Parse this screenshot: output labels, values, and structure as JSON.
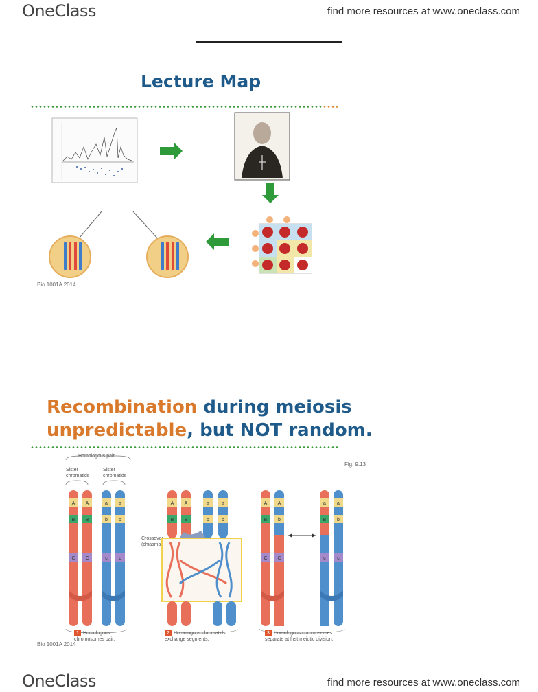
{
  "header": {
    "logo_text": "OneClass",
    "link_text": "find more resources at www.oneclass.com"
  },
  "footer": {
    "logo_text": "OneClass",
    "link_text": "find more resources at www.oneclass.com"
  },
  "slide1": {
    "title": "Lecture Map",
    "caption": "Bio 1001A 2014"
  },
  "slide2": {
    "title_orange_1": "Recombination",
    "title_blue_1": " during meiosis",
    "title_orange_2": "unpredictable",
    "title_blue_2": ", but NOT random.",
    "fig_label": "Fig. 9.13",
    "caption": "Bio 1001A 2014",
    "labels": {
      "homologous_pair": "Homologous pair",
      "sister_chromatids": "Sister chromatids",
      "crossover": "Crossover (chiasma)",
      "step1_num": "1",
      "step1": "Homologous chromosomes pair.",
      "step2_num": "2",
      "step2": "Homologous chromatids exchange segments.",
      "step3_num": "3",
      "step3": "Homologous chromosomes separate at first meiotic division."
    },
    "alleles": [
      "A",
      "a",
      "B",
      "b",
      "C",
      "c"
    ]
  },
  "colors": {
    "title_blue": "#1f5b8a",
    "title_orange": "#d9792b",
    "dots_green": "#3a9a3a",
    "arrow_green": "#2e9a3a",
    "chrom_red": "#e8705a",
    "chrom_blue": "#4f8fcb"
  }
}
